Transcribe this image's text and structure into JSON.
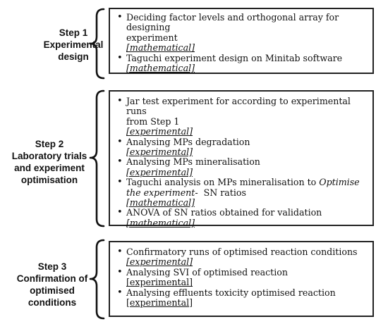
{
  "steps": [
    {
      "step": "Step 1",
      "title_lines": [
        "Experimental",
        "design"
      ],
      "items": [
        {
          "text_lines": [
            "Deciding factor levels and orthogonal array for designing",
            "experiment"
          ],
          "tag": "[mathematical]",
          "tag_italic": true
        },
        {
          "text_lines": [
            "Taguchi experiment design on Minitab software"
          ],
          "tag": "[mathematical]",
          "tag_italic": true
        }
      ]
    },
    {
      "step": "Step 2",
      "title_lines": [
        "Laboratory trials",
        "and experiment",
        "optimisation"
      ],
      "items": [
        {
          "text_lines": [
            "Jar test experiment for according to experimental runs",
            "from Step 1"
          ],
          "tag": "[experimental]",
          "tag_italic": true
        },
        {
          "text_lines": [
            "Analysing MPs degradation"
          ],
          "tag": "[experimental]",
          "tag_italic": true
        },
        {
          "text_lines": [
            "Analysing MPs mineralisation"
          ],
          "tag": "[experimental]",
          "tag_italic": true
        },
        {
          "text_lines": [
            "Taguchi analysis on MPs mineralisation to",
            "Optimise the experiment-",
            "SN ratios"
          ],
          "tag": "[mathematical]",
          "tag_italic": true
        },
        {
          "text_lines": [
            "ANOVA of SN ratios obtained for validation"
          ],
          "tag": "[mathematical]",
          "tag_italic": true
        }
      ]
    },
    {
      "step": "Step 3",
      "title_lines": [
        "Confirmation of",
        "optimised",
        "conditions"
      ],
      "items": [
        {
          "text_lines": [
            "Confirmatory runs of optimised reaction conditions"
          ],
          "tag": "[experimental]",
          "tag_italic": true
        },
        {
          "text_lines": [
            "Analysing SVI of optimised reaction"
          ],
          "tag": "[experimental]",
          "tag_italic": false
        },
        {
          "text_lines": [
            "Analysing effluents toxicity optimised reaction"
          ],
          "tag": "[experimental]",
          "tag_italic": false
        }
      ]
    }
  ]
}
